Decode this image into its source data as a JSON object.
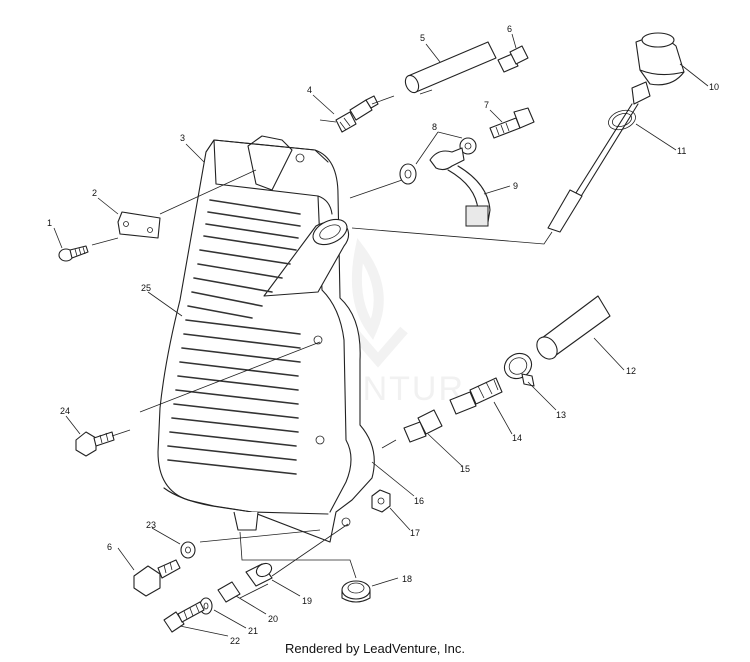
{
  "callouts": [
    "1",
    "2",
    "3",
    "4",
    "5",
    "6",
    "7",
    "8",
    "9",
    "10",
    "11",
    "12",
    "13",
    "14",
    "15",
    "16",
    "17",
    "18",
    "19",
    "20",
    "21",
    "22",
    "23",
    "6",
    "24",
    "25"
  ],
  "watermark_text": "ADVENTUR",
  "footer": "Rendered by LeadVenture, Inc."
}
